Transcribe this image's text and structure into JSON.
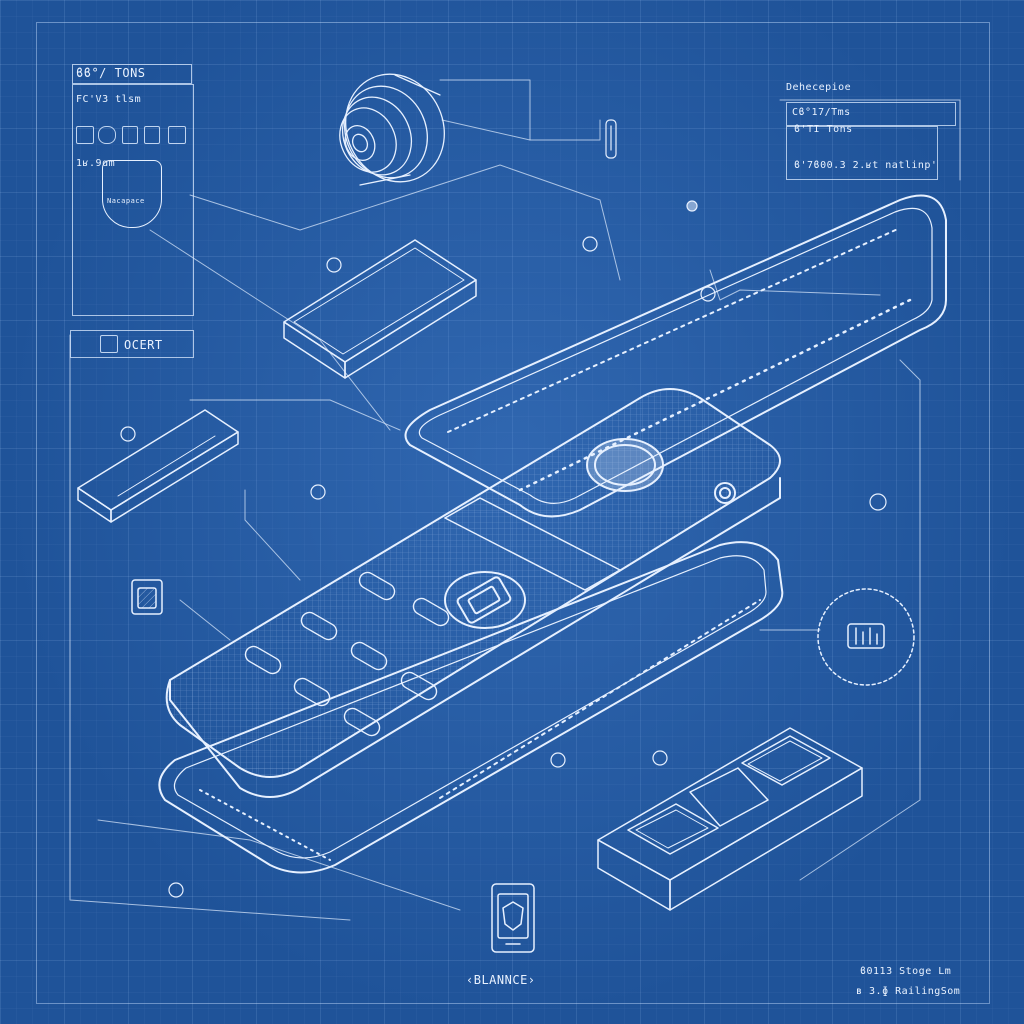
{
  "diagram": {
    "footer_title": "‹BLANNCE›",
    "footer_lines": [
      "ϐ0113 Stoge Lm",
      "ʙ 3.ɸ RailingSom"
    ]
  },
  "panel_left": {
    "header": "ϐϐ°/ TONS",
    "line_1": "FC'V3 tlsm",
    "line_2": "1ʁ.9ɑm",
    "badge_text": "Nacapace"
  },
  "panel_right": {
    "title": "Dehecepioe",
    "line_1": "Cϐ°17/Tms",
    "line_2": "ϐ'TI Tons",
    "line_3": "ϐ'7ϐ00.3 2.ʁt natlinp'"
  },
  "panel_mid": {
    "label": "OCERT"
  },
  "colors": {
    "background": "#1f5399",
    "line": "#e6f0ff",
    "accent": "#9fc3f2"
  },
  "icons": [
    "coil-component",
    "ram-module",
    "sim-card",
    "keypad-board",
    "phone-icon",
    "battery-chart-icon",
    "shield-badge-icon"
  ]
}
